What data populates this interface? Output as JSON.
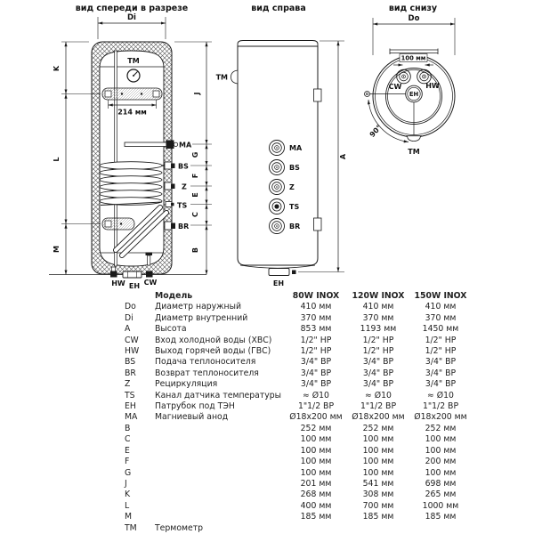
{
  "drawing": {
    "front": {
      "title": "вид спереди в разрезе",
      "dim_di": "Di",
      "dim_bracket": "214 мм",
      "tm": "TM",
      "ports": {
        "ma": "MA",
        "bs": "BS",
        "z": "Z",
        "ts": "TS",
        "br": "BR"
      },
      "bottom_ports": {
        "hw": "HW",
        "eh": "EH",
        "cw": "CW"
      },
      "dims_left": {
        "k": "K",
        "l": "L",
        "m": "M"
      },
      "dims_right": {
        "j": "J",
        "g": "G",
        "f": "F",
        "e": "E",
        "c": "C",
        "b": "B"
      }
    },
    "right": {
      "title": "вид справа",
      "tm": "TM",
      "ports": {
        "ma": "MA",
        "bs": "BS",
        "z": "Z",
        "ts": "TS",
        "br": "BR"
      },
      "eh": "EH",
      "dim_a": "A"
    },
    "bottom": {
      "title": "вид снизу",
      "dim_do": "Do",
      "dim_100": "100 мм",
      "cw": "CW",
      "hw": "HW",
      "eh": "EH",
      "tm": "TM",
      "angle": "90°"
    }
  },
  "table": {
    "model_label": "Модель",
    "columns": [
      "80W INOX",
      "120W INOX",
      "150W INOX"
    ],
    "rows": [
      [
        "Do",
        "Диаметр наружный",
        "410 мм",
        "410 мм",
        "410 мм"
      ],
      [
        "Di",
        "Диаметр внутренний",
        "370 мм",
        "370 мм",
        "370 мм"
      ],
      [
        "A",
        "Высота",
        "853 мм",
        "1193 мм",
        "1450 мм"
      ],
      [
        "CW",
        "Вход холодной воды (ХВС)",
        "1/2\" НР",
        "1/2\" НР",
        "1/2\" НР"
      ],
      [
        "HW",
        "Выход горячей воды (ГВС)",
        "1/2\" НР",
        "1/2\" НР",
        "1/2\" НР"
      ],
      [
        "BS",
        "Подача теплоносителя",
        "3/4\" ВР",
        "3/4\" ВР",
        "3/4\" ВР"
      ],
      [
        "BR",
        "Возврат теплоносителя",
        "3/4\" ВР",
        "3/4\" ВР",
        "3/4\" ВР"
      ],
      [
        "Z",
        "Рециркуляция",
        "3/4\" ВР",
        "3/4\" ВР",
        "3/4\" ВР"
      ],
      [
        "TS",
        "Канал датчика температуры",
        "≈ Ø10",
        "≈ Ø10",
        "≈ Ø10"
      ],
      [
        "EH",
        "Патрубок под ТЭН",
        "1\"1/2 ВР",
        "1\"1/2 ВР",
        "1\"1/2 ВР"
      ],
      [
        "MA",
        "Магниевый анод",
        "Ø18x200 мм",
        "Ø18x200 мм",
        "Ø18x200 мм"
      ],
      [
        "B",
        "",
        "252 мм",
        "252 мм",
        "252 мм"
      ],
      [
        "C",
        "",
        "100 мм",
        "100 мм",
        "100 мм"
      ],
      [
        "E",
        "",
        "100 мм",
        "100 мм",
        "100 мм"
      ],
      [
        "F",
        "",
        "100 мм",
        "100 мм",
        "200 мм"
      ],
      [
        "G",
        "",
        "100 мм",
        "100 мм",
        "100 мм"
      ],
      [
        "J",
        "",
        "201 мм",
        "541 мм",
        "698 мм"
      ],
      [
        "K",
        "",
        "268 мм",
        "308 мм",
        "265 мм"
      ],
      [
        "L",
        "",
        "400 мм",
        "700 мм",
        "1000 мм"
      ],
      [
        "M",
        "",
        "185 мм",
        "185 мм",
        "185 мм"
      ],
      [
        "TM",
        "Термометр",
        "",
        "",
        ""
      ]
    ]
  }
}
